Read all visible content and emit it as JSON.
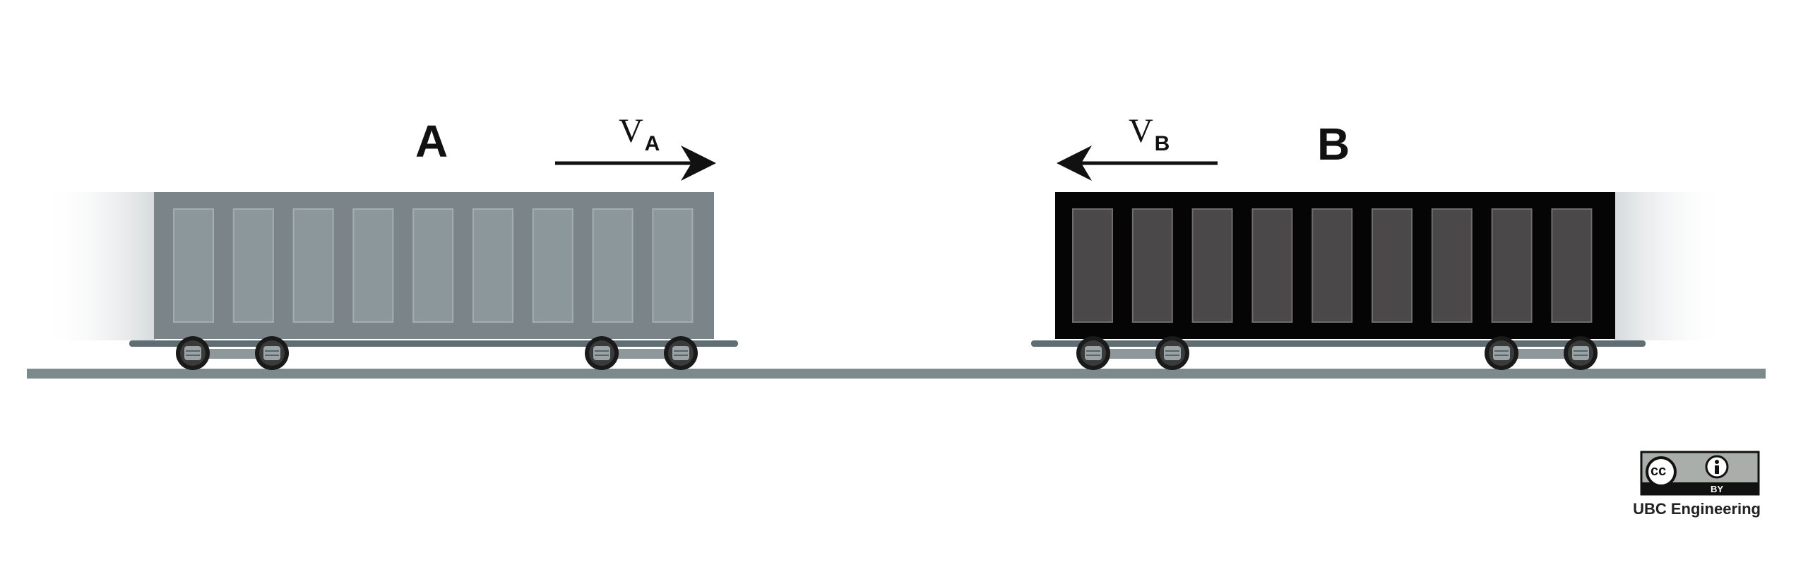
{
  "cars": [
    {
      "id": "A",
      "label": "A",
      "velocity_symbol": "V",
      "velocity_subscript": "A",
      "direction": "right",
      "body_color": "#7b8489",
      "panel_color": "#8c979c"
    },
    {
      "id": "B",
      "label": "B",
      "velocity_symbol": "V",
      "velocity_subscript": "B",
      "direction": "left",
      "body_color": "#050505",
      "panel_color": "#4a4849"
    }
  ],
  "license": {
    "icon_cc": "cc",
    "icon_by": "by",
    "by_text": "BY"
  },
  "credit": "UBC Engineering",
  "colors": {
    "track": "#7d8a8d",
    "frame": "#5f6e72",
    "wheel": "#1a1a1a"
  }
}
